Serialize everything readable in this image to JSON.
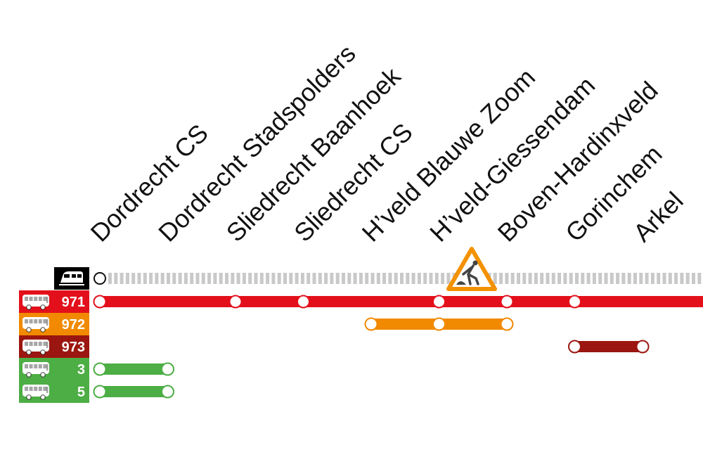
{
  "stations": [
    "Dordrecht CS",
    "Dordrecht Stadspolders",
    "Sliedrecht Baanhoek",
    "Sliedrecht CS",
    "H’veld Blauwe Zoom",
    "H’veld-Giessendam",
    "Boven-Hardinxveld",
    "Gorinchem",
    "Arkel"
  ],
  "rail": {
    "icon": "train-icon",
    "status": "closed",
    "closure_icon": "roadwork-warning-icon",
    "colors": {
      "track": "#c9c9c9",
      "warning": "#f39200",
      "badge": "#000000"
    }
  },
  "routes": [
    {
      "id": "route-971",
      "number": "971",
      "icon": "bus-icon",
      "color": "#e3101b",
      "stops": [
        0,
        2,
        3,
        5,
        6,
        7
      ],
      "extends_beyond_view": true
    },
    {
      "id": "route-972",
      "number": "972",
      "icon": "bus-icon",
      "color": "#f18a00",
      "stops": [
        4,
        5,
        6
      ],
      "extends_beyond_view": false
    },
    {
      "id": "route-973",
      "number": "973",
      "icon": "bus-icon",
      "color": "#9b1610",
      "stops": [
        7,
        8
      ],
      "extends_beyond_view": false
    },
    {
      "id": "route-3",
      "number": "3",
      "icon": "bus-icon",
      "color": "#4cae44",
      "stops": [
        0,
        1
      ],
      "extends_beyond_view": false
    },
    {
      "id": "route-5",
      "number": "5",
      "icon": "bus-icon",
      "color": "#4cae44",
      "stops": [
        0,
        1
      ],
      "extends_beyond_view": false
    }
  ]
}
